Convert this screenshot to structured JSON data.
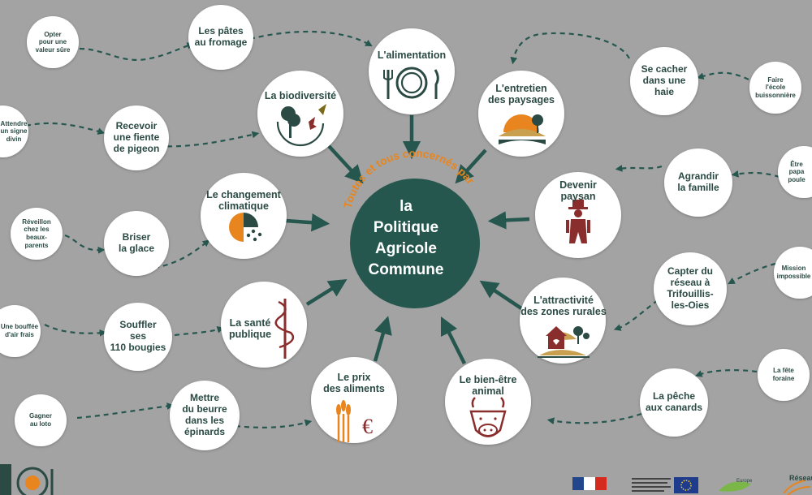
{
  "center": {
    "arc_text": "Toutes et tous concernés par",
    "lines": [
      "la",
      "Politique",
      "Agricole",
      "Commune"
    ]
  },
  "topics": {
    "alimentation": "L'alimentation",
    "biodiversite": "La biodiversité",
    "entretien": "L'entretien\ndes paysages",
    "climat": "Le changement\nclimatique",
    "paysan": "Devenir\npaysan",
    "sante": "La santé\npublique",
    "attractivite": "L'attractivité\ndes zones rurales",
    "prix": "Le prix\ndes aliments",
    "bienetre": "Le bien-être\nanimal"
  },
  "expressions": {
    "pates": "Les pâtes\nau fromage",
    "fiente": "Recevoir\nune fiente\nde pigeon",
    "glace": "Briser\nla glace",
    "bougies": "Souffler\nses\n110 bougies",
    "beurre": "Mettre\ndu beurre\ndans les\népinards",
    "haie": "Se cacher\ndans une\nhaie",
    "famille": "Agrandir\nla famille",
    "reseau": "Capter du\nréseau à\nTrifouillis-\nles-Oies",
    "peche": "La pêche\naux canards"
  },
  "small": {
    "opter": "Opter\npour une\nvaleur sûre",
    "signe": "Attendre\nun signe\ndivin",
    "reveillon": "Réveillon\nchez les\nbeaux-\nparents",
    "bouffee": "Une bouffée\nd'air frais",
    "loto": "Gagner\nau loto",
    "ecole": "Faire\nl'école\nbuissonnière",
    "papa": "Être\npapa\npoule",
    "mission": "Mission\nimpossible",
    "foraine": "La fête\nforaine"
  },
  "footer": {
    "europe_text": "Europe",
    "reseau_text": "Réseau"
  },
  "colors": {
    "background": "#a3a3a3",
    "primary": "#26574f",
    "accent": "#e8851e",
    "bubble": "#ffffff",
    "icon_dark": "#2a4a43",
    "icon_red": "#8a2d2d"
  }
}
